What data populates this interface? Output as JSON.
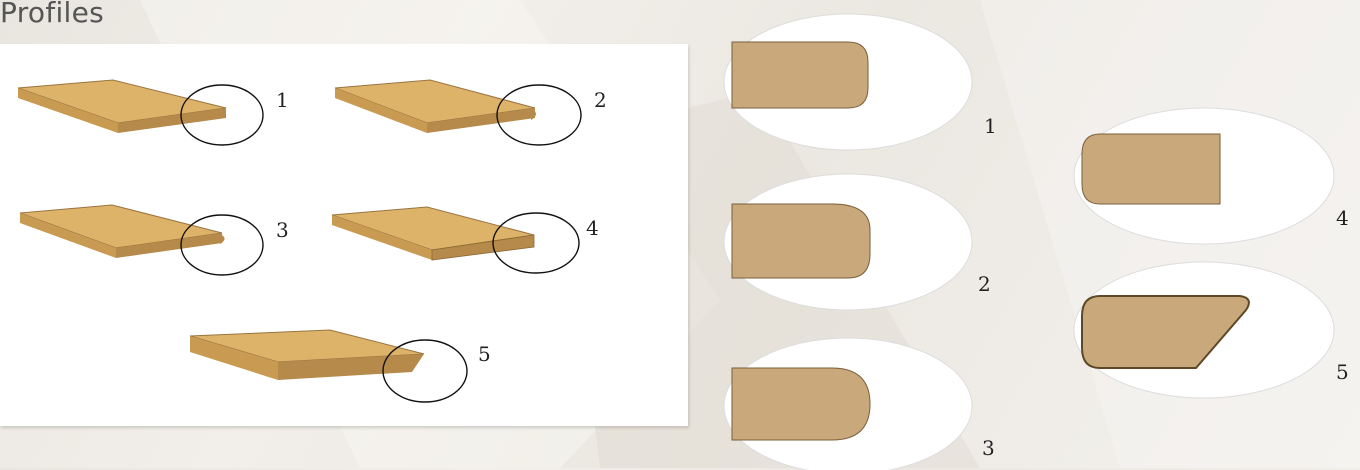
{
  "title": "Profiles",
  "board_labels": [
    "1",
    "2",
    "3",
    "4",
    "5"
  ],
  "detail_labels": [
    "1",
    "2",
    "3",
    "4",
    "5"
  ],
  "colors": {
    "wood_top": "#ddb36a",
    "wood_edge": "#b68a4a",
    "profile_fill": "#c9a87c",
    "outline": "#111111"
  }
}
